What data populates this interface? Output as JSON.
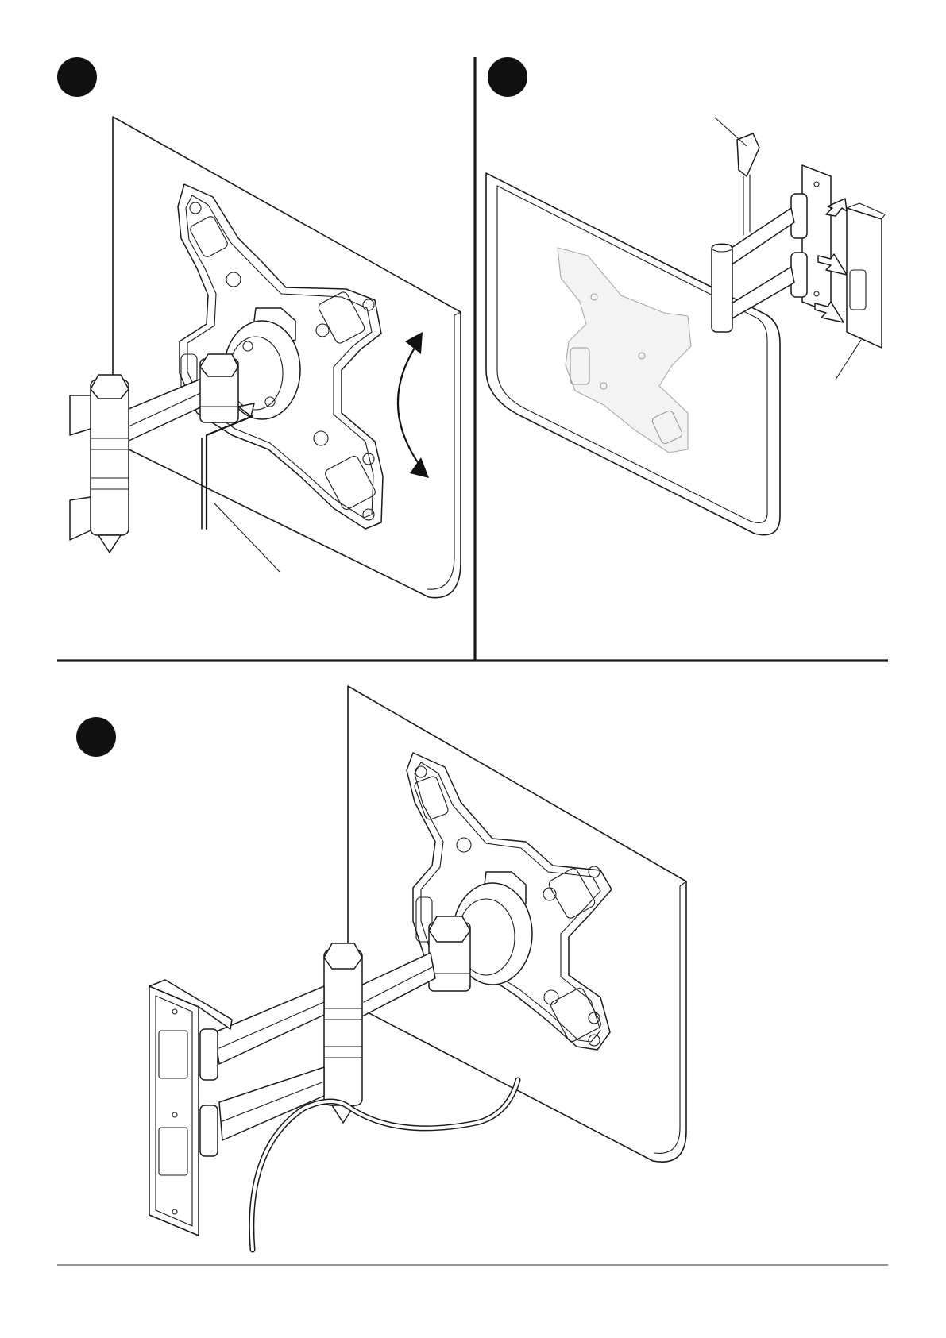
{
  "page": {
    "steps": [
      {
        "step": "step-1",
        "description_visible": false
      },
      {
        "step": "step-2",
        "description_visible": false
      },
      {
        "step": "step-3",
        "description_visible": false
      }
    ]
  },
  "icons": {
    "step_badge": "filled-black-circle",
    "tilt_arrow": "curved-double-arrow-icon",
    "direction_arrow": "outlined-arrow-icon"
  },
  "colors": {
    "ink": "#1a1a1a",
    "badge": "#111111",
    "ghost": "#9a9a9a",
    "paper": "#ffffff"
  }
}
